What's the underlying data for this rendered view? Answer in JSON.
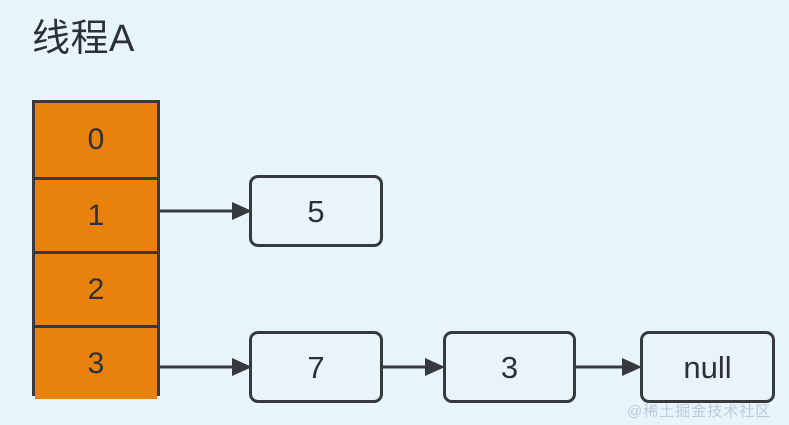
{
  "diagram": {
    "title": "线程A",
    "background_color": "#e8f4fb",
    "bucket_color": "#e8820c",
    "stroke_color": "#36393d",
    "node_fill_color": "#e9f3fa",
    "text_color": "#2b3136"
  },
  "bucket_array": {
    "name": "hash-bucket-array",
    "cells": [
      {
        "index": "0",
        "has_chain": false
      },
      {
        "index": "1",
        "has_chain": true
      },
      {
        "index": "2",
        "has_chain": false
      },
      {
        "index": "3",
        "has_chain": true
      }
    ]
  },
  "chains": [
    {
      "from_index": "1",
      "nodes": [
        {
          "value": "5"
        }
      ]
    },
    {
      "from_index": "3",
      "nodes": [
        {
          "value": "7"
        },
        {
          "value": "3"
        },
        {
          "value": "null"
        }
      ]
    }
  ],
  "arrows": [
    {
      "name": "arrow-bucket1-to-5",
      "from": "bucket-cell-1",
      "to": "node-5"
    },
    {
      "name": "arrow-bucket3-to-7",
      "from": "bucket-cell-3",
      "to": "node-7"
    },
    {
      "name": "arrow-7-to-3",
      "from": "node-7",
      "to": "node-3"
    },
    {
      "name": "arrow-3-to-null",
      "from": "node-3",
      "to": "node-null"
    }
  ],
  "watermark": {
    "text": "@稀土掘金技术社区"
  }
}
